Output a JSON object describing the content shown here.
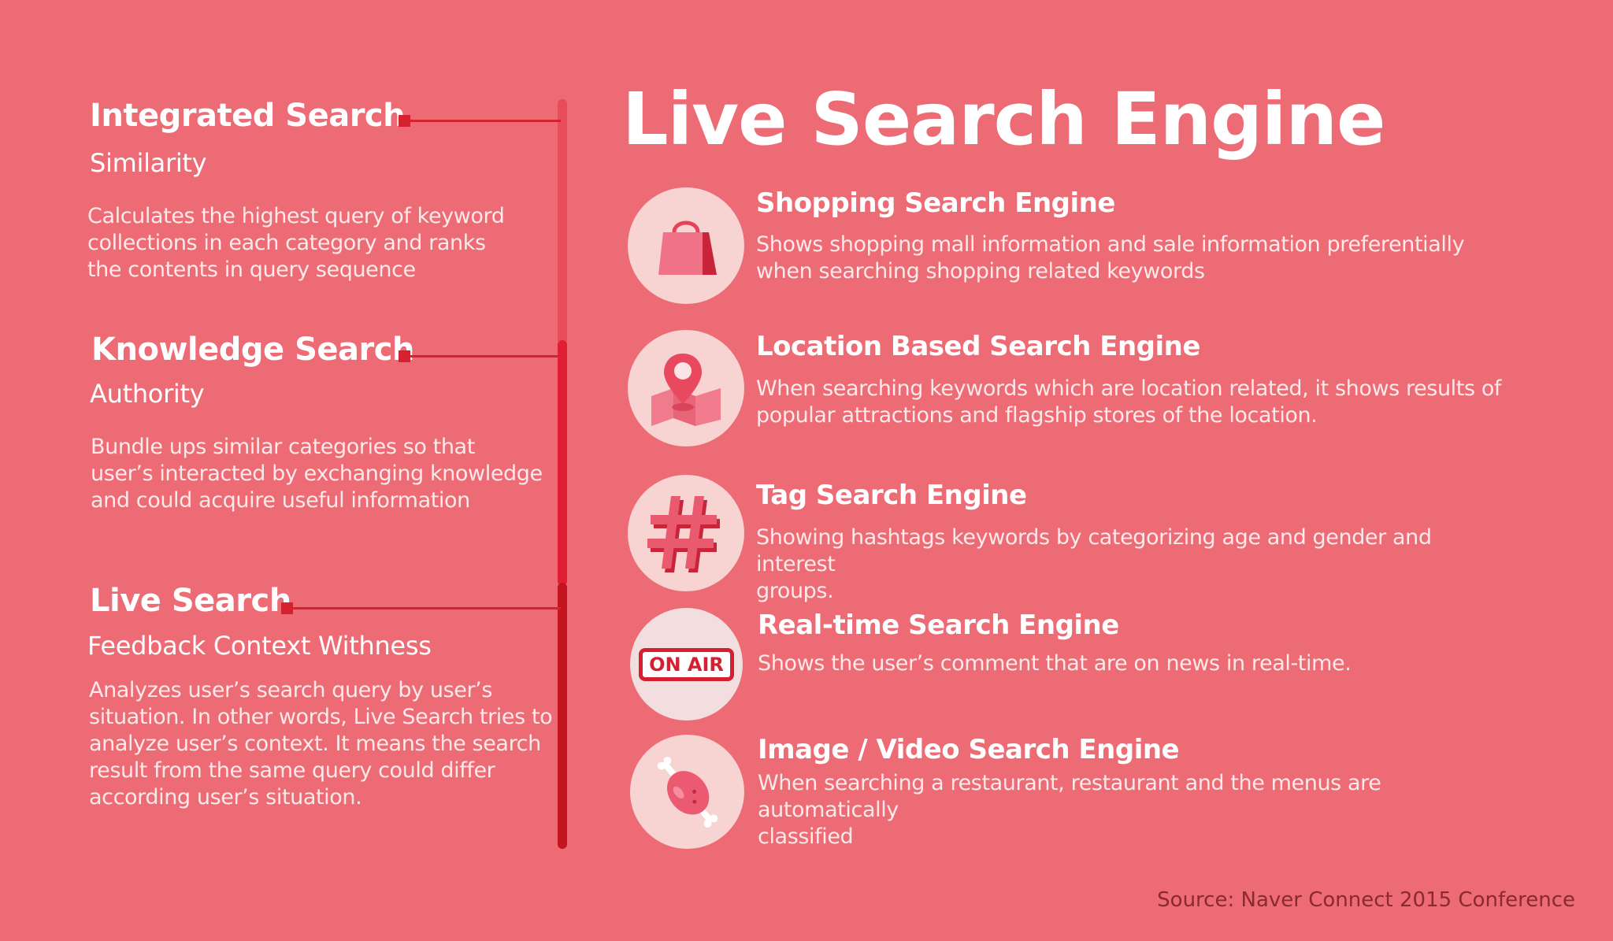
{
  "title": "Live Search Engine",
  "left_sections": [
    {
      "title": "Integrated Search",
      "subtitle": "Similarity",
      "description_lines": [
        "Calculates the highest query of keyword",
        "collections in each category and ranks",
        "the contents in query sequence"
      ]
    },
    {
      "title": "Knowledge Search",
      "subtitle": "Authority",
      "description_lines": [
        "Bundle ups  similar categories so that",
        "user’s interacted by exchanging knowledge",
        "and could acquire useful information"
      ]
    },
    {
      "title": "Live Search",
      "subtitle": "Feedback  Context  Withness",
      "description_lines": [
        "Analyzes user’s search query by user’s",
        "situation. In other words, Live Search tries to",
        "analyze user’s context. It means the search",
        "result from the same query could differ",
        "according user’s situation."
      ]
    }
  ],
  "engines": [
    {
      "icon": "shopping-bag-icon",
      "title": "Shopping Search Engine",
      "description_lines": [
        "Shows shopping mall information and sale information preferentially",
        "when searching shopping related keywords"
      ]
    },
    {
      "icon": "map-pin-icon",
      "title": "Location Based Search Engine",
      "description_lines": [
        "When searching keywords which are location related, it shows results of",
        "popular attractions and flagship stores of the location."
      ]
    },
    {
      "icon": "hashtag-icon",
      "title": "Tag Search Engine",
      "description_lines": [
        "Showing  hashtags keywords by categorizing age and gender and interest",
        "groups."
      ]
    },
    {
      "icon": "on-air-icon",
      "icon_text": "ON AIR",
      "title": "Real-time Search Engine",
      "description_lines": [
        "Shows the user’s comment that are on news in real-time."
      ]
    },
    {
      "icon": "meat-icon",
      "title": "Image /  Video Search Engine",
      "description_lines": [
        "When searching a restaurant, restaurant and the menus are automatically",
        "classified"
      ]
    }
  ],
  "source": "Source: Naver Connect 2015 Conference",
  "colors": {
    "background": "#ec6b74",
    "accent": "#d6222f",
    "icon_circle": "#f7d3d1"
  }
}
